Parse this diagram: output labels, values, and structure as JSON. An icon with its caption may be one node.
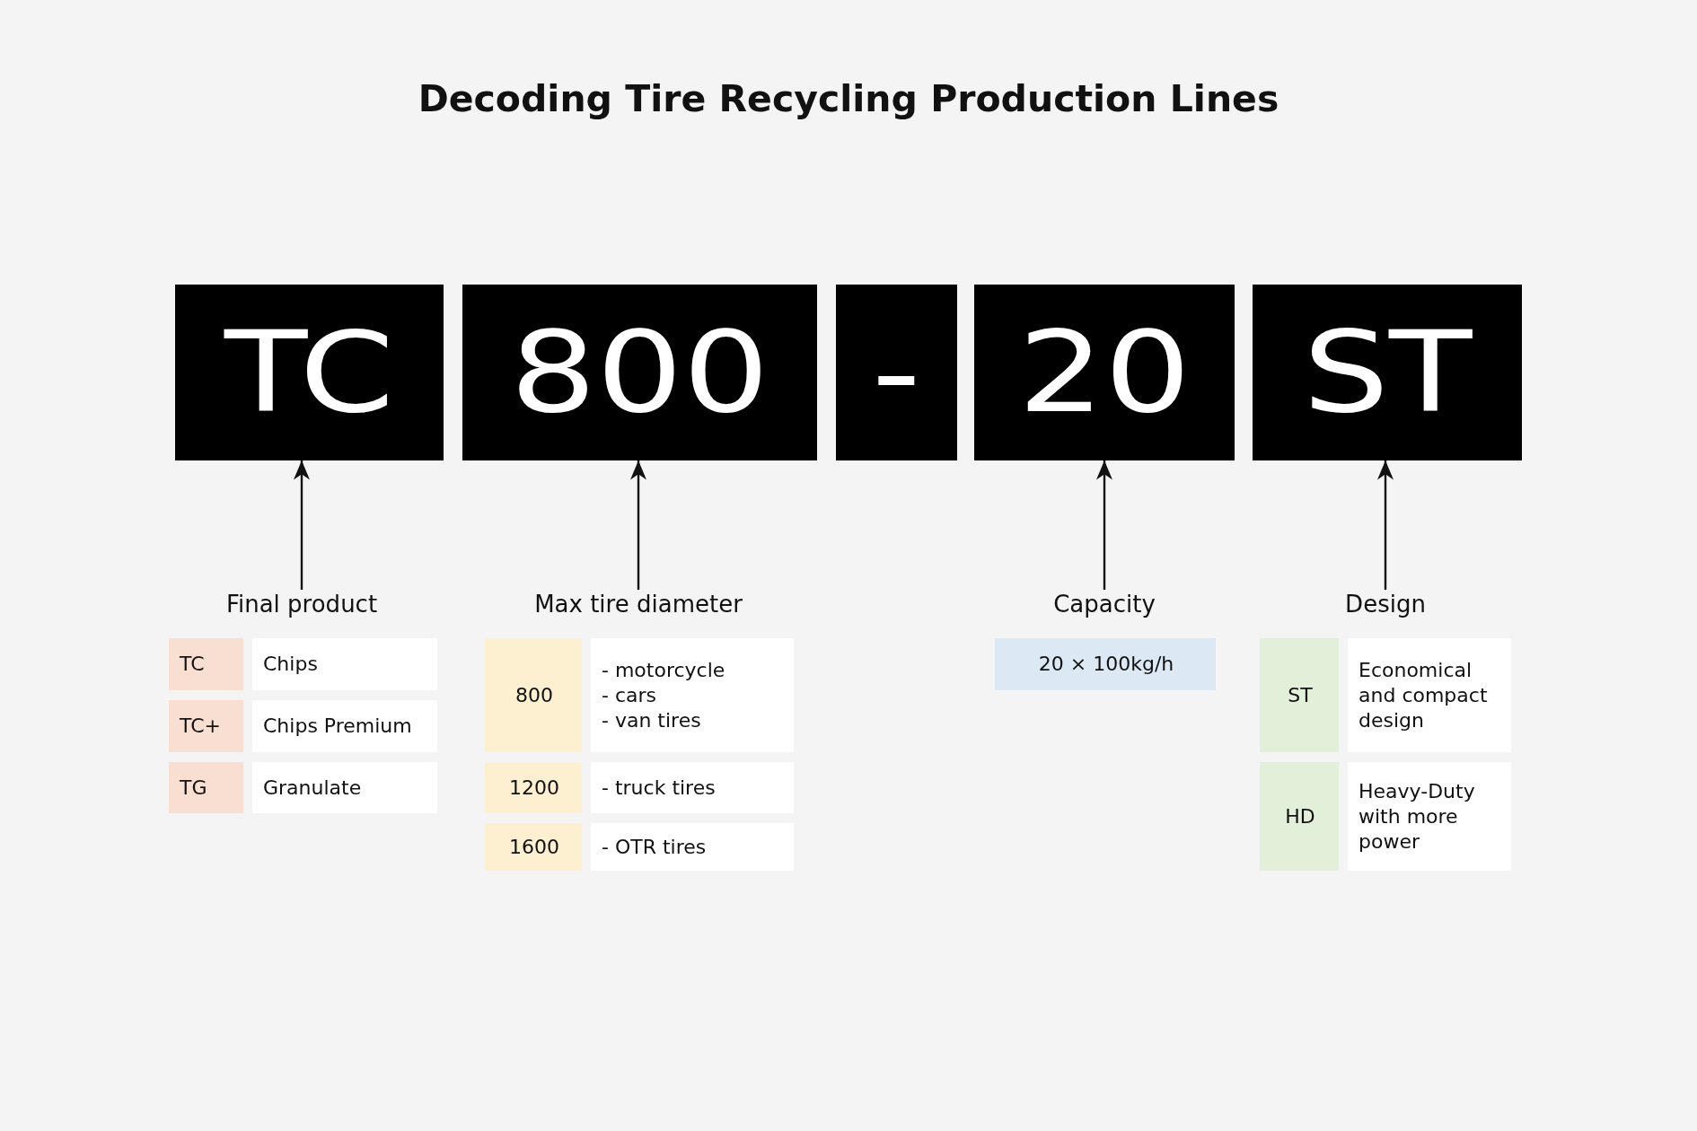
{
  "diagram": {
    "title": "Decoding Tire Recycling Production Lines",
    "nodes": [
      {
        "text": [
          "TC"
        ]
      },
      {
        "text": [
          "800"
        ]
      },
      {
        "text": [
          "-"
        ]
      },
      {
        "text": [
          "20"
        ]
      },
      {
        "text": [
          "ST"
        ]
      },
      {
        "text": [
          "Final product"
        ]
      },
      {
        "text": [
          "Max tire diameter"
        ]
      },
      {
        "text": [
          "Capacity"
        ]
      },
      {
        "text": [
          "Design"
        ]
      }
    ],
    "edges": [
      {
        "from": 5,
        "to": 0,
        "arrow": "to"
      },
      {
        "from": 6,
        "to": 1,
        "arrow": "to"
      },
      {
        "from": 7,
        "to": 3,
        "arrow": "to"
      },
      {
        "from": 8,
        "to": 4,
        "arrow": "to"
      }
    ],
    "labels": [
      "TC",
      "Chips",
      "TC+",
      "Chips Premium",
      "TG",
      "Granulate",
      "800",
      "- motorcycle",
      "- cars",
      "- van tires",
      "1200",
      "- truck tires",
      "1600",
      "- OTR tires",
      "20 × 100kg/h",
      "ST",
      "Economical and compact design",
      "HD",
      "Heavy-Duty with more power"
    ]
  }
}
